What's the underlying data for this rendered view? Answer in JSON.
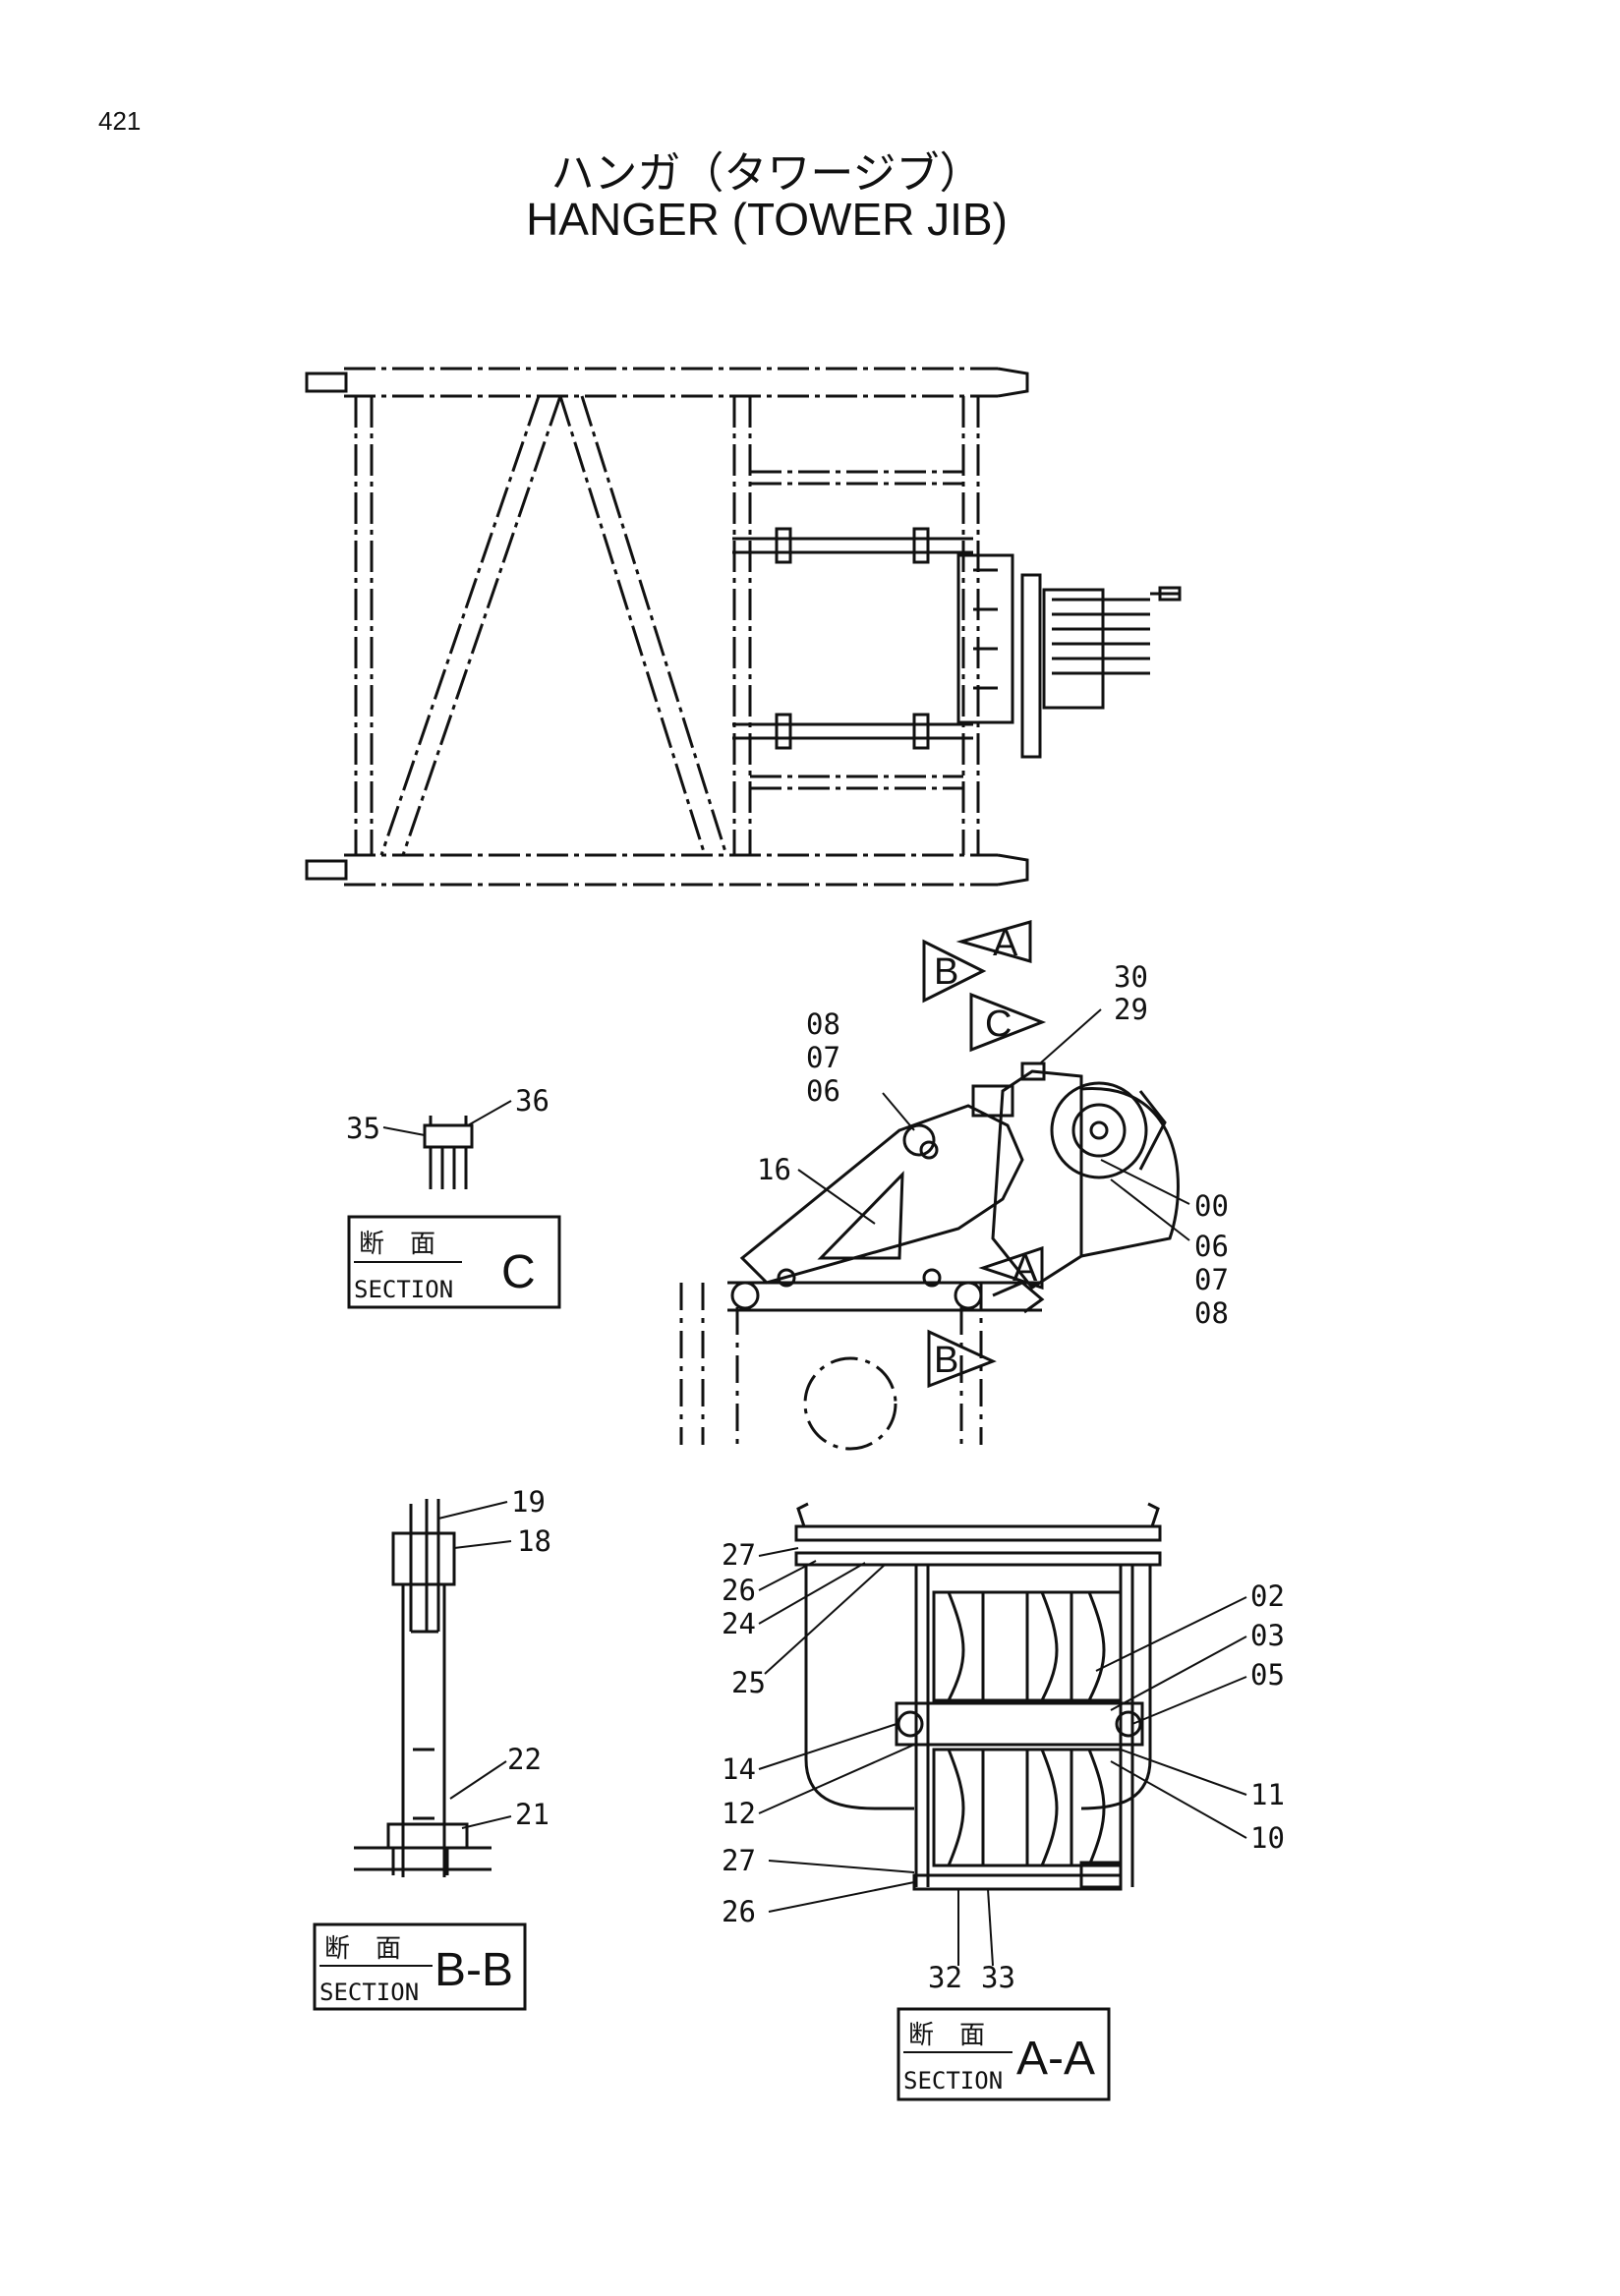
{
  "page_number": "421",
  "title_jp": "ハンガ（タワージブ）",
  "title_en": "HANGER (TOWER JIB)",
  "view_markers": {
    "a": "A",
    "b": "B",
    "c": "C",
    "a2": "A",
    "b2": "B"
  },
  "section_boxes": {
    "c": {
      "jp": "断　面",
      "en": "SECTION",
      "letter": "C"
    },
    "bb": {
      "jp": "断　面",
      "en": "SECTION",
      "letter": "B-B"
    },
    "aa": {
      "jp": "断　面",
      "en": "SECTION",
      "letter": "A-A"
    }
  },
  "callouts": {
    "side_view": {
      "c30": "30",
      "c29": "29",
      "c08a": "08",
      "c07a": "07",
      "c06a": "06",
      "c16": "16",
      "c00": "00",
      "c06b": "06",
      "c07b": "07",
      "c08b": "08"
    },
    "section_c": {
      "c35": "35",
      "c36": "36"
    },
    "section_bb": {
      "c19": "19",
      "c18": "18",
      "c22": "22",
      "c21": "21"
    },
    "section_aa": {
      "c27a": "27",
      "c26a": "26",
      "c24": "24",
      "c25": "25",
      "c02": "02",
      "c03": "03",
      "c05": "05",
      "c14": "14",
      "c12": "12",
      "c11": "11",
      "c10": "10",
      "c27b": "27",
      "c26b": "26",
      "c32": "32",
      "c33": "33"
    }
  }
}
